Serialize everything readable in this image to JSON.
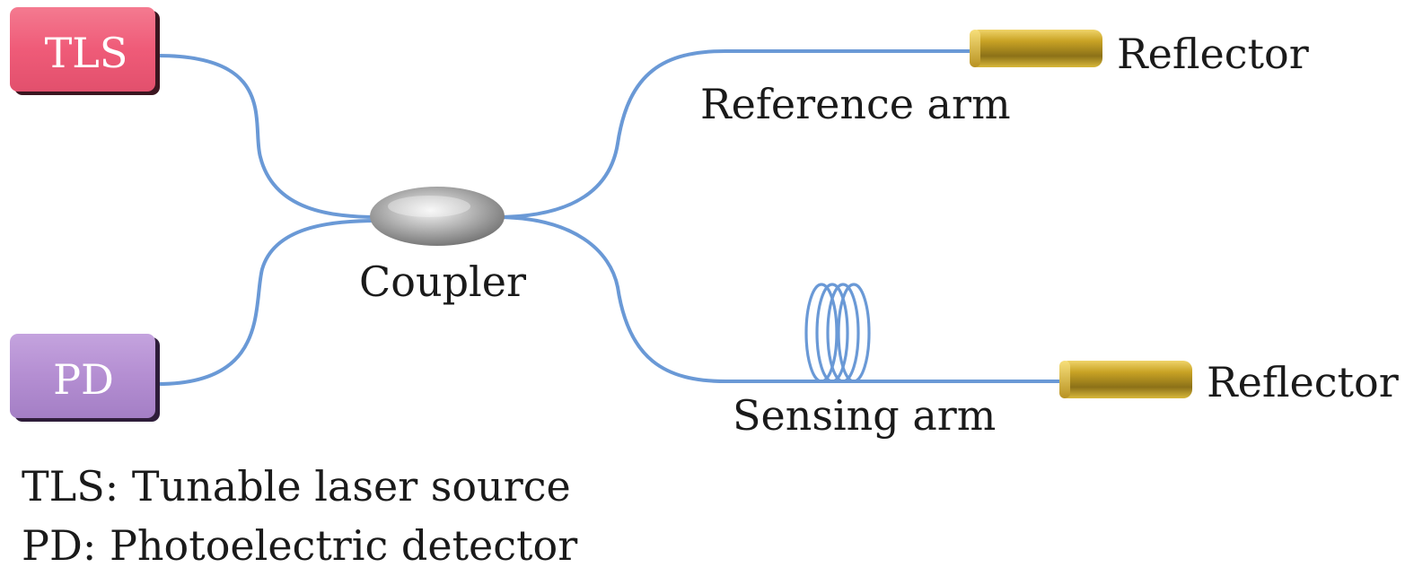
{
  "devices": {
    "tls": {
      "label": "TLS",
      "color": "#ef5b78"
    },
    "pd": {
      "label": "PD",
      "color": "#b48ed2"
    }
  },
  "labels": {
    "coupler": "Coupler",
    "reference_arm": "Reference arm",
    "sensing_arm": "Sensing arm",
    "reflector_top": "Reflector",
    "reflector_bottom": "Reflector"
  },
  "legend": [
    "TLS: Tunable laser source",
    "PD: Photoelectric detector"
  ],
  "colors": {
    "fiber": "#6a99d6",
    "reflector": "#c9a325",
    "coupler": "#a8a8a8"
  }
}
